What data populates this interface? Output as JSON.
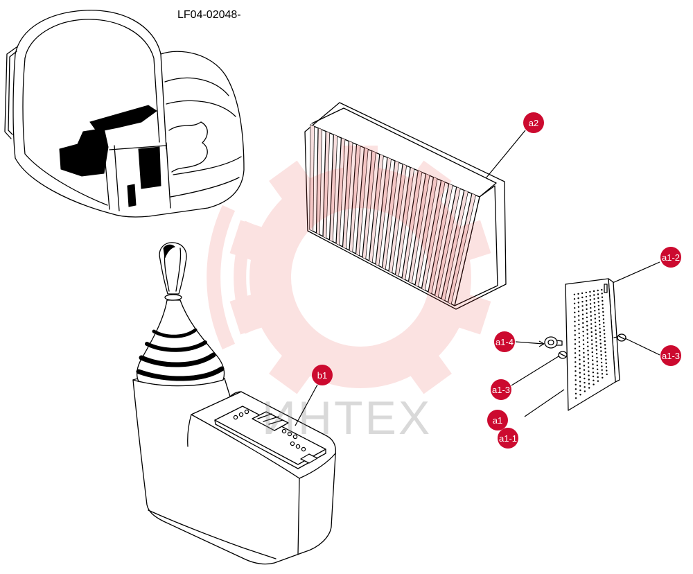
{
  "diagram": {
    "title": "LF04-02048-",
    "watermark_text": "ИНТЕХ",
    "callouts": [
      {
        "label": "a2"
      },
      {
        "label": "a1-2"
      },
      {
        "label": "a1-4"
      },
      {
        "label": "a1-3"
      },
      {
        "label": "a1-3"
      },
      {
        "label": "a1"
      },
      {
        "label": "a1-1"
      },
      {
        "label": "b1"
      }
    ]
  },
  "colors": {
    "callout_fill": "#cc0a2f",
    "callout_text": "#ffffff",
    "line_art": "#000000",
    "watermark": "#e53935"
  }
}
